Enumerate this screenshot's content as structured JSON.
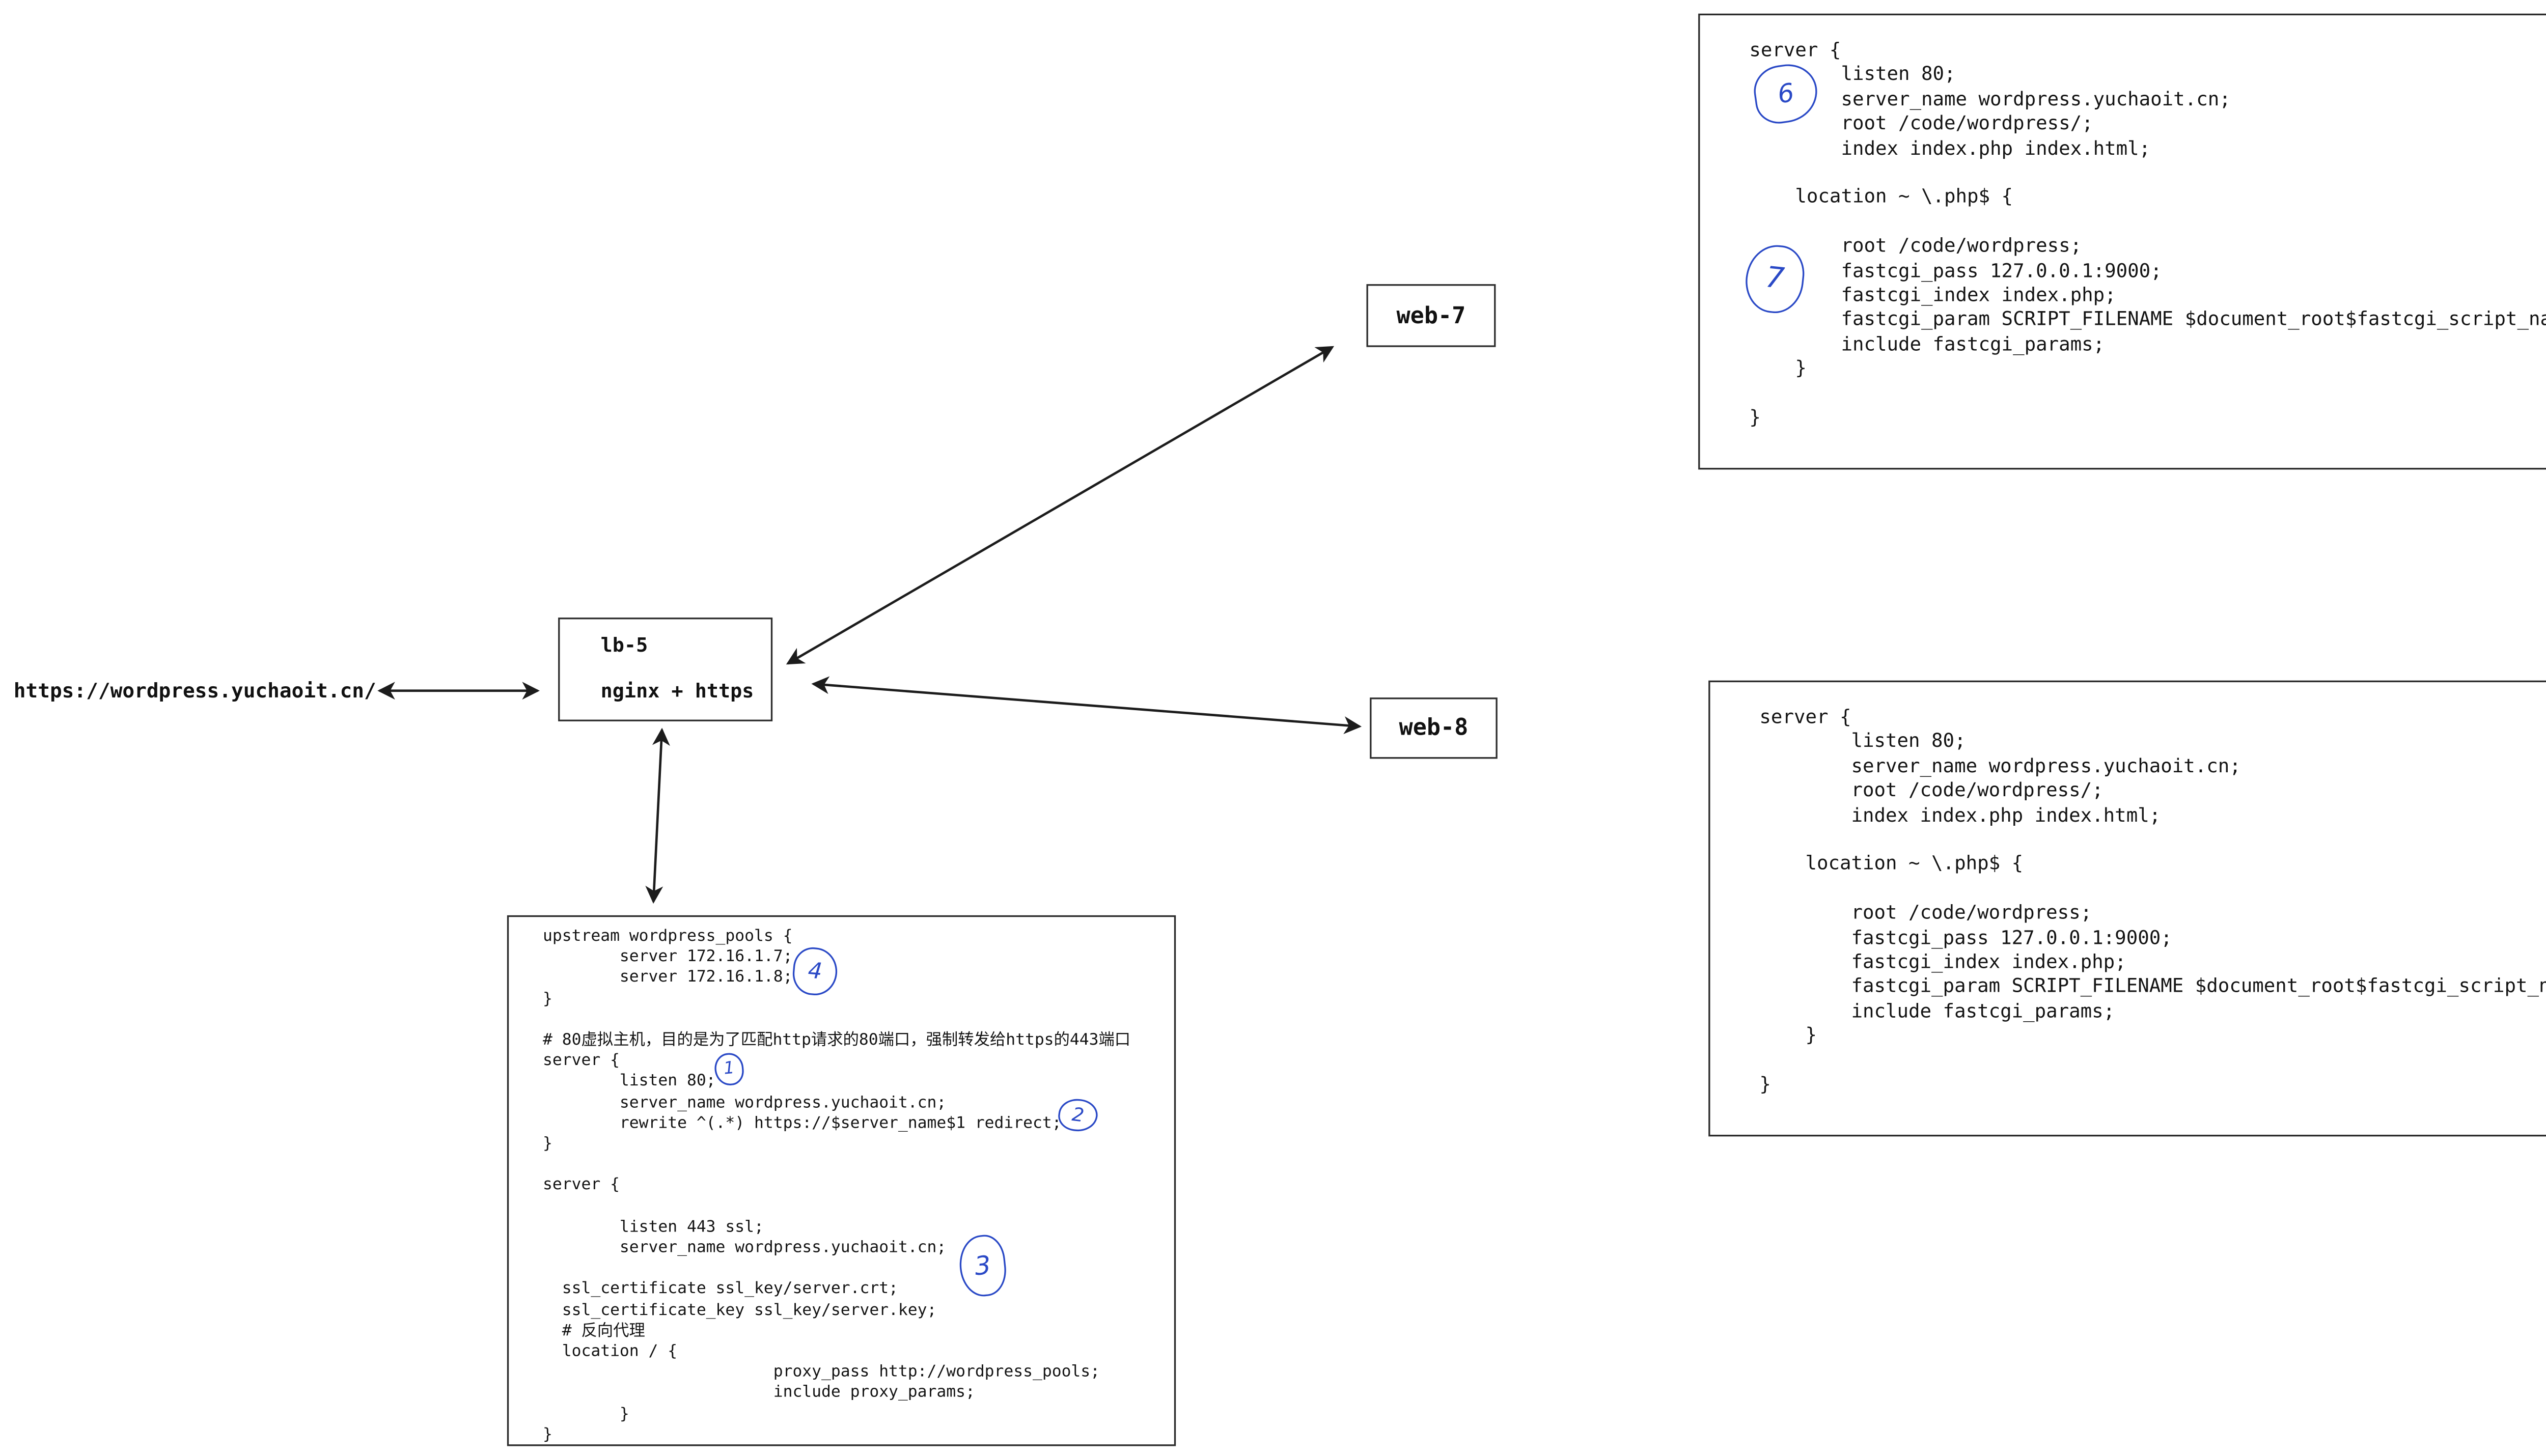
{
  "diagram": {
    "client_url": "https://wordpress.yuchaoit.cn/",
    "lb_node": {
      "name": "lb-5",
      "subtitle": "nginx + https"
    },
    "web7_label": "web-7",
    "web8_label": "web-8"
  },
  "configs": {
    "web_node": {
      "lines": [
        "server {",
        "        listen 80;",
        "        server_name wordpress.yuchaoit.cn;",
        "        root /code/wordpress/;",
        "        index index.php index.html;",
        "",
        "    location ~ \\.php$ {",
        "",
        "        root /code/wordpress;",
        "        fastcgi_pass 127.0.0.1:9000;",
        "        fastcgi_index index.php;",
        "        fastcgi_param SCRIPT_FILENAME $document_root$fastcgi_script_name;",
        "        include fastcgi_params;",
        "    }",
        "",
        "}"
      ]
    },
    "lb_node": {
      "lines": [
        "upstream wordpress_pools {",
        "        server 172.16.1.7;",
        "        server 172.16.1.8;",
        "}",
        "",
        "# 80虚拟主机，目的是为了匹配http请求的80端口，强制转发给https的443端口",
        "server {",
        "        listen 80;",
        "        server_name wordpress.yuchaoit.cn;",
        "        rewrite ^(.*) https://$server_name$1 redirect;",
        "}",
        "",
        "server {",
        "",
        "        listen 443 ssl;",
        "        server_name wordpress.yuchaoit.cn;",
        "",
        "  ssl_certificate ssl_key/server.crt;",
        "  ssl_certificate_key ssl_key/server.key;",
        "  # 反向代理",
        "  location / {",
        "                        proxy_pass http://wordpress_pools;",
        "                        include proxy_params;",
        "        }",
        "}"
      ]
    }
  },
  "annotations": {
    "ink_color": "#2a49c6",
    "lb_config_marks": [
      {
        "label": "1"
      },
      {
        "label": "2"
      },
      {
        "label": "3"
      },
      {
        "label": "4"
      }
    ],
    "web_config_marks": [
      {
        "label": "6"
      },
      {
        "label": "7"
      }
    ]
  }
}
